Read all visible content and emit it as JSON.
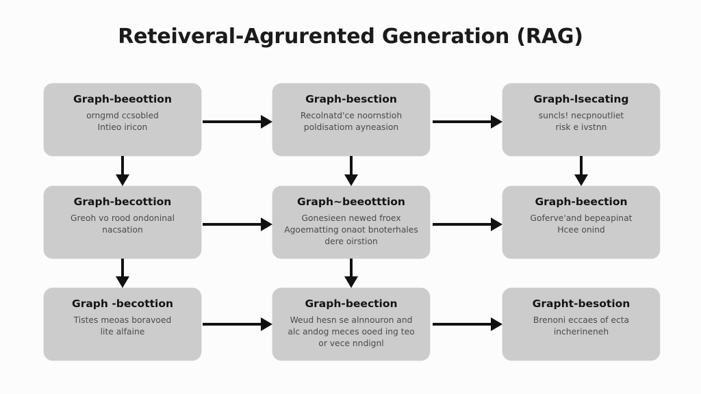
{
  "title": "Reteiveral-Agrurented Generation (RAG)",
  "colors": {
    "background": "#fcfcfc",
    "node_fill": "#cccccc",
    "arrow": "#111111",
    "title_text": "#1b1b1b",
    "node_title_text": "#141414",
    "node_body_text": "#4a4a4a"
  },
  "nodes": [
    {
      "id": "node-r1c1",
      "title": "Graph-beeottion",
      "lines": [
        "orngmd ccsobled",
        "Intieo iricon"
      ]
    },
    {
      "id": "node-r1c2",
      "title": "Graph-besction",
      "lines": [
        "Recolnatd'ce noornstioh",
        "poldisatiom ayneasion"
      ]
    },
    {
      "id": "node-r1c3",
      "title": "Graph-lsecating",
      "lines": [
        "suncls! necpnoutliet",
        "risk e ivstnn"
      ]
    },
    {
      "id": "node-r2c1",
      "title": "Graph-becottion",
      "lines": [
        "Greoh vo rood ondoninal",
        "nacsation"
      ]
    },
    {
      "id": "node-r2c2",
      "title": "Graph~beeotttion",
      "lines": [
        "Gonesieen newed froex",
        "Agoematting onaot bnoterhales",
        "dere oirstion"
      ]
    },
    {
      "id": "node-r2c3",
      "title": "Graph-beection",
      "lines": [
        "Goferve'and bepeapinat",
        "Hcee onind"
      ]
    },
    {
      "id": "node-r3c1",
      "title": "Graph -becottion",
      "lines": [
        "Tistes meoas boravoed",
        "lite alfaine"
      ]
    },
    {
      "id": "node-r3c2",
      "title": "Graph-beection",
      "lines": [
        "Weud hesn se alnnouron and",
        "alc andog meces ooed ing teo",
        "or vece nndignl"
      ]
    },
    {
      "id": "node-r3c3",
      "title": "Grapht-besotion",
      "lines": [
        "Brenoni eccaes of ecta",
        "incherineneh"
      ]
    }
  ],
  "arrows": [
    {
      "id": "arrow-r1-c1-to-c2",
      "direction": "right"
    },
    {
      "id": "arrow-r1-c2-to-c3",
      "direction": "right"
    },
    {
      "id": "arrow-r2-c1-to-c2",
      "direction": "right"
    },
    {
      "id": "arrow-r2-c2-to-c3",
      "direction": "right"
    },
    {
      "id": "arrow-r3-c1-to-c2",
      "direction": "right"
    },
    {
      "id": "arrow-r3-c2-to-c3",
      "direction": "right"
    },
    {
      "id": "arrow-c1-r1-to-r2",
      "direction": "down"
    },
    {
      "id": "arrow-c2-r1-to-r2",
      "direction": "down"
    },
    {
      "id": "arrow-c3-r1-to-r2",
      "direction": "down"
    },
    {
      "id": "arrow-c1-r2-to-r3",
      "direction": "down"
    },
    {
      "id": "arrow-c2-r2-to-r3",
      "direction": "down"
    }
  ]
}
